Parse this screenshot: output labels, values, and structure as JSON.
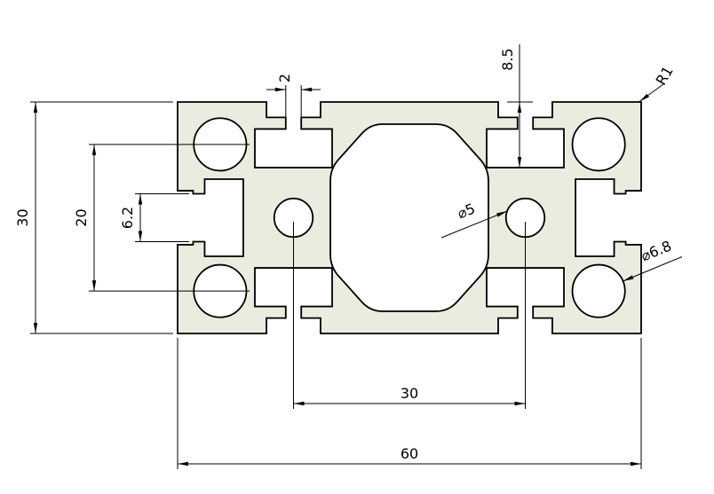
{
  "drawing": {
    "type": "aluminium-extrusion-profile-cross-section",
    "labels": {
      "overall_height": "30",
      "corner_hole_pitch": "20",
      "end_slot_opening": "6.2",
      "slot_neck_width": "2",
      "slot_depth": "8.5",
      "corner_radius": "R1",
      "center_hole_diameter": "⌀5",
      "corner_hole_diameter": "⌀6.8",
      "center_hole_pitch": "30",
      "overall_width": "60"
    },
    "colors": {
      "profile_fill": "#ebebdf",
      "line": "#000000",
      "background": "#ffffff"
    }
  }
}
